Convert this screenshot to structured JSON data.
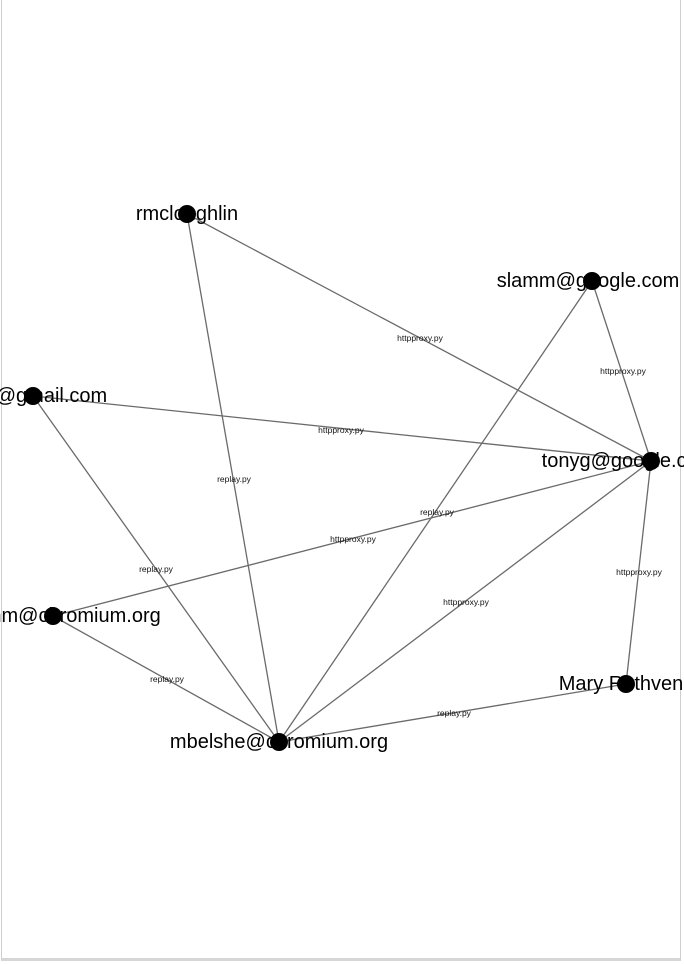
{
  "nodes": [
    {
      "id": "rmcloughlin",
      "label": "rmcloughlin"
    },
    {
      "id": "slamm_google",
      "label": "slamm@google.com"
    },
    {
      "id": "gmail_user",
      "label": "slamm@gmail.com"
    },
    {
      "id": "tonyg",
      "label": "tonyg@google.com"
    },
    {
      "id": "slamm_chromium",
      "label": "slamm@chromium.org"
    },
    {
      "id": "mbelshe",
      "label": "mbelshe@chromium.org"
    },
    {
      "id": "mary",
      "label": "Mary Ruthven"
    }
  ],
  "edges": [
    {
      "source": "rmcloughlin",
      "target": "tonyg",
      "label": "httpproxy.py"
    },
    {
      "source": "rmcloughlin",
      "target": "mbelshe",
      "label": "replay.py"
    },
    {
      "source": "slamm_google",
      "target": "tonyg",
      "label": "httpproxy.py"
    },
    {
      "source": "slamm_google",
      "target": "mbelshe",
      "label": "replay.py"
    },
    {
      "source": "gmail_user",
      "target": "tonyg",
      "label": "httpproxy.py"
    },
    {
      "source": "gmail_user",
      "target": "mbelshe",
      "label": "replay.py"
    },
    {
      "source": "slamm_chromium",
      "target": "tonyg",
      "label": "httpproxy.py"
    },
    {
      "source": "slamm_chromium",
      "target": "mbelshe",
      "label": "replay.py"
    },
    {
      "source": "tonyg",
      "target": "mbelshe",
      "label": "httpproxy.py"
    },
    {
      "source": "tonyg",
      "target": "mary",
      "label": "httpproxy.py"
    },
    {
      "source": "mbelshe",
      "target": "mary",
      "label": "replay.py"
    }
  ]
}
